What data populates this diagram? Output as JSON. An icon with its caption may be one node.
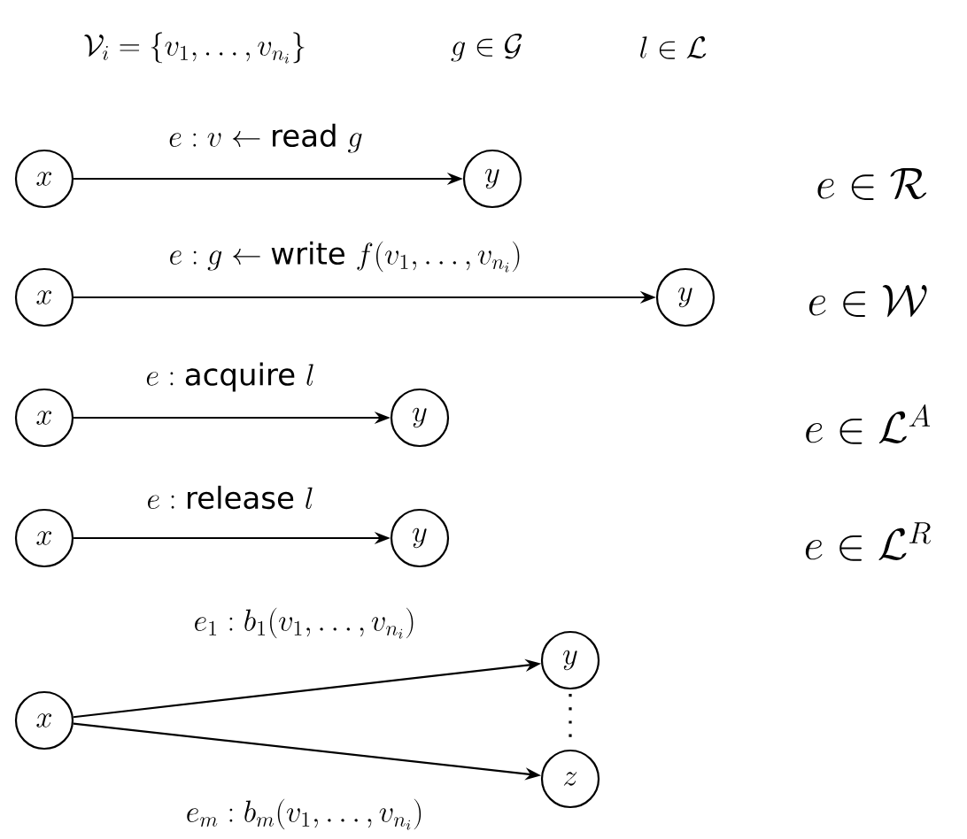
{
  "diagram": {
    "nodes": [
      {
        "text": [
          "x"
        ]
      },
      {
        "text": [
          "y"
        ]
      },
      {
        "text": [
          "x"
        ]
      },
      {
        "text": [
          "y"
        ]
      },
      {
        "text": [
          "x"
        ]
      },
      {
        "text": [
          "y"
        ]
      },
      {
        "text": [
          "x"
        ]
      },
      {
        "text": [
          "y"
        ]
      },
      {
        "text": [
          "x"
        ]
      },
      {
        "text": [
          "y"
        ]
      },
      {
        "text": [
          "z"
        ]
      }
    ],
    "edges": [
      {
        "from": 0,
        "to": 1,
        "arrow": "to",
        "label": "e : v \\leftarrow \\text{read } g"
      },
      {
        "from": 2,
        "to": 3,
        "arrow": "to",
        "label": "e : g \\leftarrow \\text{write } f(v_1, \\ldots, v_{n_i})"
      },
      {
        "from": 4,
        "to": 5,
        "arrow": "to",
        "label": "e : \\text{acquire } l"
      },
      {
        "from": 6,
        "to": 7,
        "arrow": "to",
        "label": "e : \\text{release } l"
      },
      {
        "from": 8,
        "to": 9,
        "arrow": "to",
        "label": "e_1 : b_1(v_1, \\ldots, v_{n_i})"
      },
      {
        "from": 8,
        "to": 10,
        "arrow": "to",
        "label": "e_m : b_m(v_1, \\ldots, v_{n_i})"
      }
    ],
    "labels": [
      "\\mathcal{V}_i = \\{v_1, \\ldots, v_{n_i}\\}",
      "g \\in \\mathcal{G}",
      "l \\in \\mathcal{L}",
      "e \\in \\mathcal{R}",
      "e \\in \\mathcal{W}",
      "e \\in \\mathcal{L}^A",
      "e \\in \\mathcal{L}^R"
    ]
  }
}
